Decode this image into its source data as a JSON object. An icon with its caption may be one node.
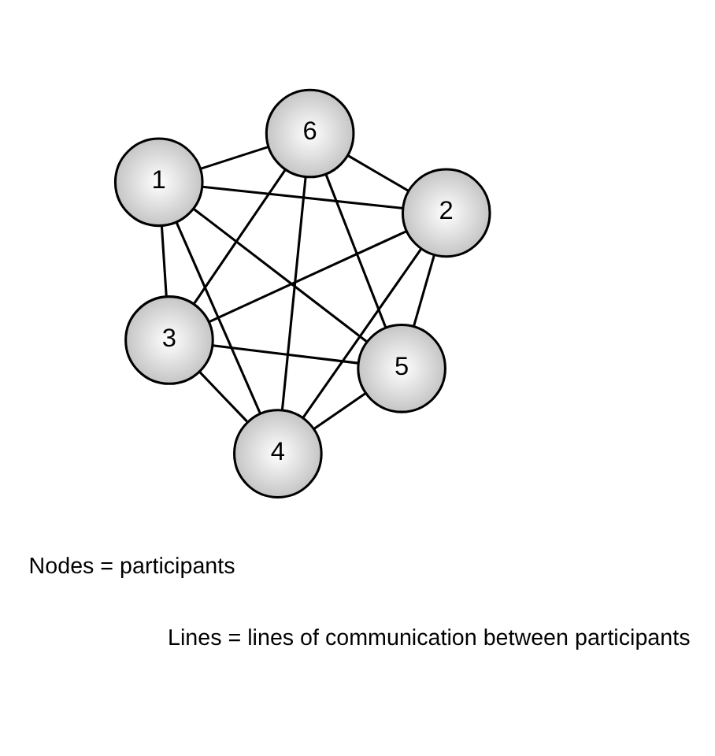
{
  "diagram": {
    "nodes": [
      {
        "text": [
          "1"
        ]
      },
      {
        "text": [
          "2"
        ]
      },
      {
        "text": [
          "3"
        ]
      },
      {
        "text": [
          "4"
        ]
      },
      {
        "text": [
          "5"
        ]
      },
      {
        "text": [
          "6"
        ]
      }
    ],
    "edges": [
      {
        "from": 0,
        "to": 1,
        "arrow": "none"
      },
      {
        "from": 0,
        "to": 2,
        "arrow": "none"
      },
      {
        "from": 0,
        "to": 3,
        "arrow": "none"
      },
      {
        "from": 0,
        "to": 4,
        "arrow": "none"
      },
      {
        "from": 0,
        "to": 5,
        "arrow": "none"
      },
      {
        "from": 1,
        "to": 2,
        "arrow": "none"
      },
      {
        "from": 1,
        "to": 3,
        "arrow": "none"
      },
      {
        "from": 1,
        "to": 4,
        "arrow": "none"
      },
      {
        "from": 1,
        "to": 5,
        "arrow": "none"
      },
      {
        "from": 2,
        "to": 3,
        "arrow": "none"
      },
      {
        "from": 2,
        "to": 4,
        "arrow": "none"
      },
      {
        "from": 2,
        "to": 5,
        "arrow": "none"
      },
      {
        "from": 3,
        "to": 4,
        "arrow": "none"
      },
      {
        "from": 3,
        "to": 5,
        "arrow": "none"
      },
      {
        "from": 4,
        "to": 5,
        "arrow": "none"
      }
    ],
    "labels": [
      "Nodes = participants",
      "Lines = lines of communication between participants"
    ]
  }
}
